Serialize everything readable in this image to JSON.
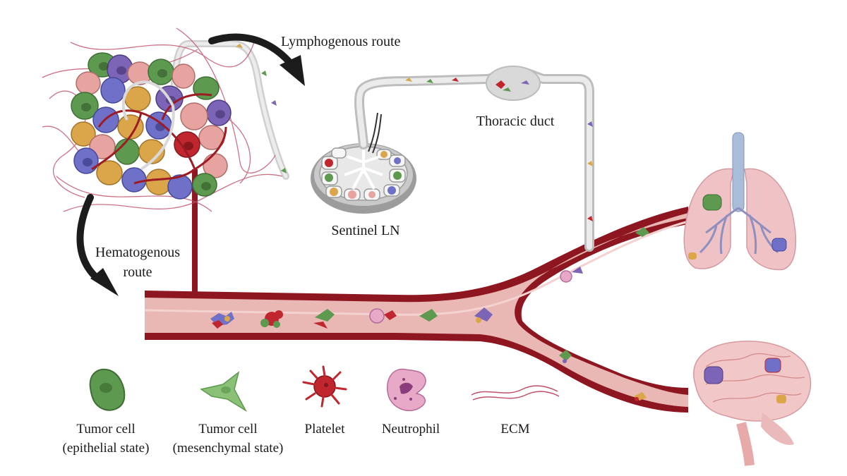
{
  "labels": {
    "lymphogenous_route": "Lymphogenous route",
    "hematogenous_route_line1": "Hematogenous",
    "hematogenous_route_line2": "route",
    "thoracic_duct": "Thoracic duct",
    "sentinel_ln": "Sentinel LN"
  },
  "legend": [
    {
      "line1": "Tumor cell",
      "line2": "(epithelial state)",
      "icon": "epithelial-tumor-cell-icon"
    },
    {
      "line1": "Tumor cell",
      "line2": "(mesenchymal state)",
      "icon": "mesenchymal-tumor-cell-icon"
    },
    {
      "line1": "Platelet",
      "line2": "",
      "icon": "platelet-icon"
    },
    {
      "line1": "Neutrophil",
      "line2": "",
      "icon": "neutrophil-icon"
    },
    {
      "line1": "ECM",
      "line2": "",
      "icon": "ecm-fibers-icon"
    }
  ],
  "colors": {
    "vessel_wall": "#8e1620",
    "vessel_lumen": "#e9b7b4",
    "lymph_vessel": "#d6d6d6",
    "tumor_green": "#5d9a4f",
    "tumor_blue": "#6f71c9",
    "tumor_pink": "#e6a3a0",
    "tumor_orange": "#dba54a",
    "tumor_purple": "#7c64b6",
    "tumor_red": "#c0262d",
    "ecm": "#c0506a",
    "arrow": "#1c1c1c",
    "lung": "#efc3c6",
    "brain": "#f2c7c7"
  }
}
